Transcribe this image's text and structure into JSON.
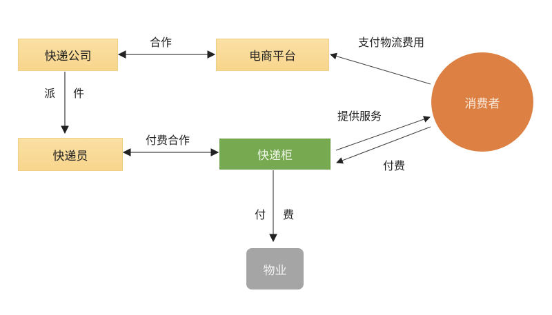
{
  "nodes": {
    "courier_company": "快递公司",
    "ecommerce_platform": "电商平台",
    "courier": "快递员",
    "parcel_locker": "快递柜",
    "property_management": "物业",
    "consumer": "消费者"
  },
  "edges": {
    "company_platform": "合作",
    "company_courier_left": "派",
    "company_courier_right": "件",
    "courier_locker": "付费合作",
    "consumer_platform": "支付物流费用",
    "locker_consumer": "提供服务",
    "consumer_locker": "付费",
    "locker_property_left": "付",
    "locker_property_right": "费"
  },
  "colors": {
    "yellow_node": "#f8d890",
    "green_node": "#76a950",
    "gray_node": "#a5a5a5",
    "consumer_node": "#dd8043",
    "edge": "#333333"
  }
}
